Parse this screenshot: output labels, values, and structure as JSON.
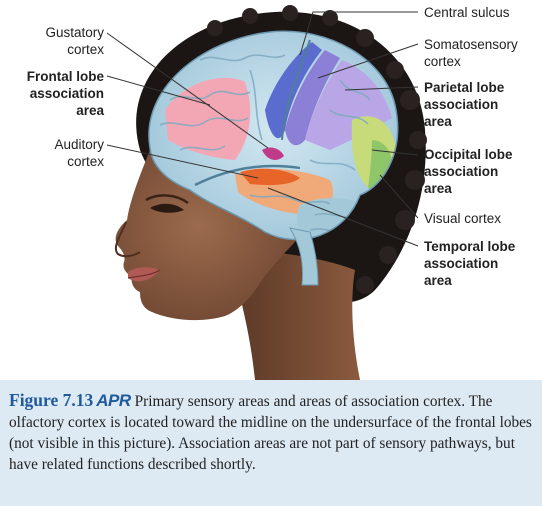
{
  "labels": {
    "gustatory": [
      "Gustatory",
      "cortex"
    ],
    "frontal": [
      "Frontal lobe",
      "association",
      "area"
    ],
    "auditory": [
      "Auditory",
      "cortex"
    ],
    "central_sulcus": [
      "Central sulcus"
    ],
    "somatosensory": [
      "Somatosensory",
      "cortex"
    ],
    "parietal": [
      "Parietal lobe",
      "association",
      "area"
    ],
    "occipital": [
      "Occipital lobe",
      "association",
      "area"
    ],
    "visual": [
      "Visual cortex"
    ],
    "temporal": [
      "Temporal lobe",
      "association",
      "area"
    ]
  },
  "caption": {
    "figure_number": "Figure 7.13",
    "badge": "APR",
    "text": "Primary sensory areas and areas of association cortex. The olfactory cortex is located toward the midline on the undersurface of the frontal lobes (not visible in this picture). Association areas are not part of sensory pathways, but have related functions described shortly."
  },
  "colors": {
    "skin": "#8a5a3e",
    "skin_shadow": "#5e3a26",
    "hair": "#1b1614",
    "brain_base": "#b6d6e6",
    "frontal_assoc": "#f3a7b4",
    "somatosensory": "#8c7fd6",
    "primary_motor": "#5b6ccf",
    "parietal_assoc": "#b9a6e6",
    "occipital_assoc": "#c8db7a",
    "visual": "#8fc66a",
    "temporal_assoc": "#f0a978",
    "auditory": "#e8652a",
    "gustatory": "#c03a8a",
    "caption_bg": "#dde9f3",
    "caption_title": "#1f5a9c"
  }
}
